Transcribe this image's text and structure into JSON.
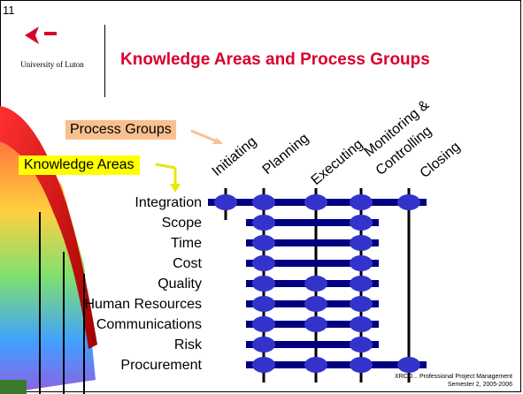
{
  "slide_number": "11",
  "university": "University of Luton",
  "title": "Knowledge Areas and Process Groups",
  "process_groups_label": "Process Groups",
  "knowledge_areas_label": "Knowledge Areas",
  "process_groups": [
    "Initiating",
    "Planning",
    "Executing",
    "Monitoring &",
    "Controlling",
    "Closing"
  ],
  "knowledge_areas": [
    "Integration",
    "Scope",
    "Time",
    "Cost",
    "Quality",
    "Human Resources",
    "Communications",
    "Risk",
    "Procurement"
  ],
  "footer": {
    "line1": "XRCO... Professional Project Management",
    "line2": "Semester 2, 2005-2006"
  },
  "colors": {
    "title": "#d8002e",
    "bars": "#000080",
    "nodes": "#3333cc",
    "pg_box": "#f9c08f",
    "ka_box": "#ffff00"
  },
  "matrix": [
    [
      1,
      1,
      1,
      1,
      1
    ],
    [
      0,
      1,
      0,
      1,
      0
    ],
    [
      0,
      1,
      0,
      1,
      0
    ],
    [
      0,
      1,
      0,
      1,
      0
    ],
    [
      0,
      1,
      1,
      1,
      0
    ],
    [
      0,
      1,
      1,
      1,
      0
    ],
    [
      0,
      1,
      1,
      1,
      0
    ],
    [
      0,
      1,
      0,
      1,
      0
    ],
    [
      0,
      1,
      1,
      1,
      1
    ]
  ]
}
